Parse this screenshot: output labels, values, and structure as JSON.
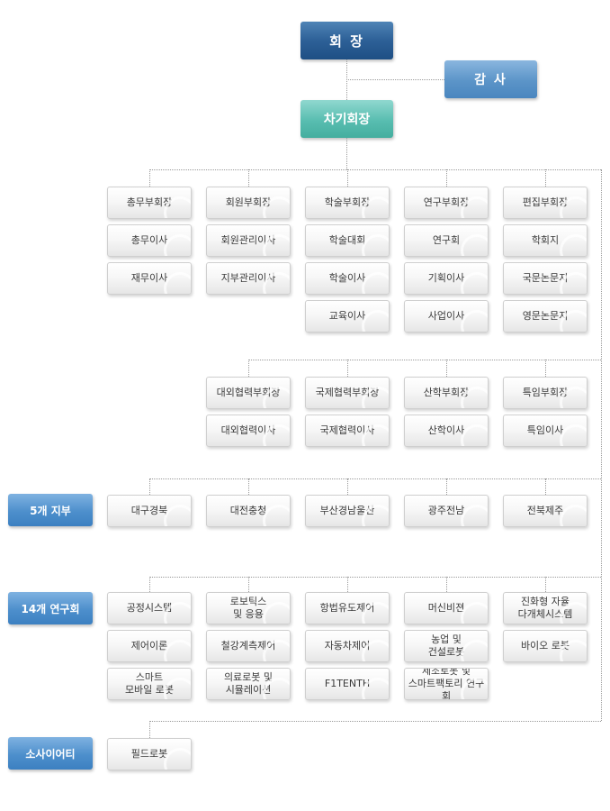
{
  "top": {
    "president": "회 장",
    "auditor": "감 사",
    "vice_president": "차기회장"
  },
  "committees": [
    [
      "총무부회장",
      "총무이사",
      "재무이사"
    ],
    [
      "회원부회장",
      "회원관리이사",
      "지부관리이사"
    ],
    [
      "학술부회장",
      "학술대회",
      "학술이사",
      "교육이사"
    ],
    [
      "연구부회장",
      "연구회",
      "기획이사",
      "사업이사"
    ],
    [
      "편집부회장",
      "학회지",
      "국문논문지",
      "영문논문지"
    ]
  ],
  "committees_2": [
    [
      "대외협력부회장",
      "대외협력이사"
    ],
    [
      "국제협력부회장",
      "국제협력이사"
    ],
    [
      "산학부회장",
      "산학이사"
    ],
    [
      "특임부회장",
      "특임이사"
    ]
  ],
  "branches": {
    "label": "5개 지부",
    "items": [
      "대구경북",
      "대전충청",
      "부산경남울산",
      "광주전남",
      "전북제주"
    ]
  },
  "research_groups": {
    "label": "14개 연구회",
    "items": [
      [
        "공정시스템",
        "제어이론",
        "스마트\n모바일 로봇"
      ],
      [
        "로보틱스\n및 응용",
        "철강계측제어",
        "의료로봇 및\n시뮬레이션"
      ],
      [
        "항법유도제어",
        "자동차제어",
        "F1TENTH"
      ],
      [
        "머신비젼",
        "농업 및\n건설로봇",
        "제조로봇 및\n스마트팩토리 연구회"
      ],
      [
        "진화형 자율\n다개체시스템",
        "바이오 로봇"
      ]
    ]
  },
  "societies": {
    "label": "소사이어티",
    "items": [
      "필드로봇"
    ]
  }
}
